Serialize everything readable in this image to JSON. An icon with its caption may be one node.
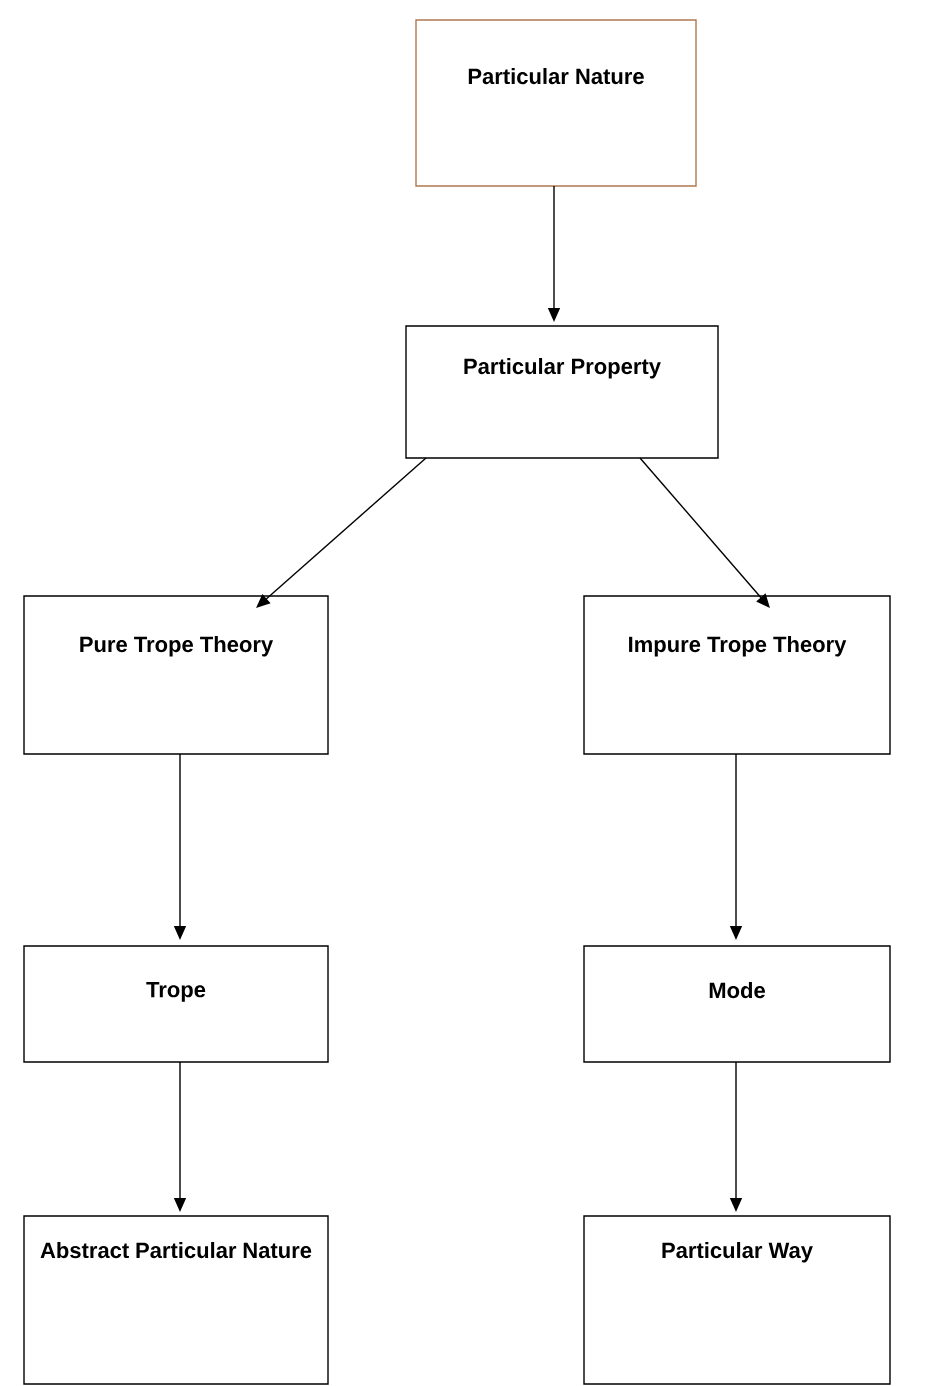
{
  "diagram": {
    "nodes": [
      {
        "text": [
          "Particular Nature"
        ]
      },
      {
        "text": [
          "Particular Property"
        ]
      },
      {
        "text": [
          "Pure Trope Theory"
        ]
      },
      {
        "text": [
          "Impure Trope Theory"
        ]
      },
      {
        "text": [
          "Trope"
        ]
      },
      {
        "text": [
          "Mode"
        ]
      },
      {
        "text": [
          "Abstract Particular Nature"
        ]
      },
      {
        "text": [
          "Particular Way"
        ]
      }
    ],
    "edges": [
      {
        "from": 0,
        "to": 1,
        "arrow": "to"
      },
      {
        "from": 1,
        "to": 2,
        "arrow": "to"
      },
      {
        "from": 1,
        "to": 3,
        "arrow": "to"
      },
      {
        "from": 2,
        "to": 4,
        "arrow": "to"
      },
      {
        "from": 4,
        "to": 6,
        "arrow": "to"
      },
      {
        "from": 3,
        "to": 5,
        "arrow": "to"
      },
      {
        "from": 5,
        "to": 7,
        "arrow": "to"
      }
    ]
  }
}
